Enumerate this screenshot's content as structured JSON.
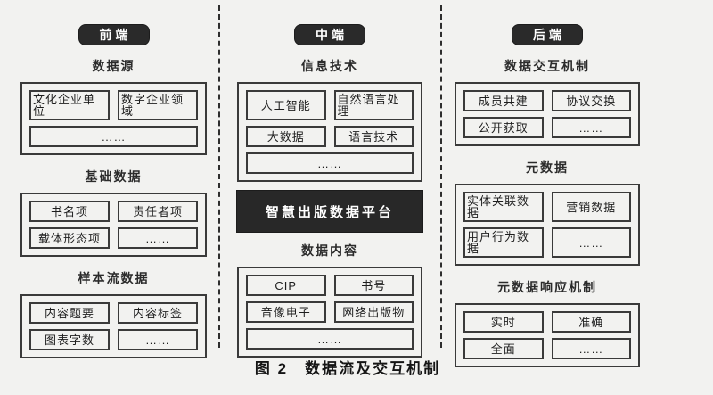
{
  "figure": {
    "caption": "图 2　数据流及交互机制"
  },
  "colors": {
    "paper": "#f2f2f0",
    "ink": "#2a2a2a",
    "pill_bg": "#2a2a2a",
    "pill_text": "#ffffff",
    "platform_bg": "#282828"
  },
  "columns": [
    {
      "header": "前端",
      "sections": [
        {
          "title": "数据源",
          "rows": [
            [
              "文化企业单位",
              "数字企业领域"
            ],
            [
              "……"
            ]
          ]
        },
        {
          "title": "基础数据",
          "rows": [
            [
              "书名项",
              "责任者项"
            ],
            [
              "载体形态项",
              "……"
            ]
          ]
        },
        {
          "title": "样本流数据",
          "rows": [
            [
              "内容题要",
              "内容标签"
            ],
            [
              "图表字数",
              "……"
            ]
          ]
        }
      ]
    },
    {
      "header": "中端",
      "platform": "智慧出版数据平台",
      "sections": [
        {
          "title": "信息技术",
          "rows": [
            [
              "人工智能",
              "自然语言处理"
            ],
            [
              "大数据",
              "语言技术"
            ],
            [
              "……"
            ]
          ]
        },
        {
          "title": "数据内容",
          "rows": [
            [
              "CIP",
              "书号"
            ],
            [
              "音像电子",
              "网络出版物"
            ],
            [
              "……"
            ]
          ]
        }
      ]
    },
    {
      "header": "后端",
      "sections": [
        {
          "title": "数据交互机制",
          "rows": [
            [
              "成员共建",
              "协议交换"
            ],
            [
              "公开获取",
              "……"
            ]
          ]
        },
        {
          "title": "元数据",
          "rows": [
            [
              "实体关联数据",
              "营销数据"
            ],
            [
              "用户行为数据",
              "……"
            ]
          ]
        },
        {
          "title": "元数据响应机制",
          "rows": [
            [
              "实时",
              "准确"
            ],
            [
              "全面",
              "……"
            ]
          ]
        }
      ]
    }
  ]
}
